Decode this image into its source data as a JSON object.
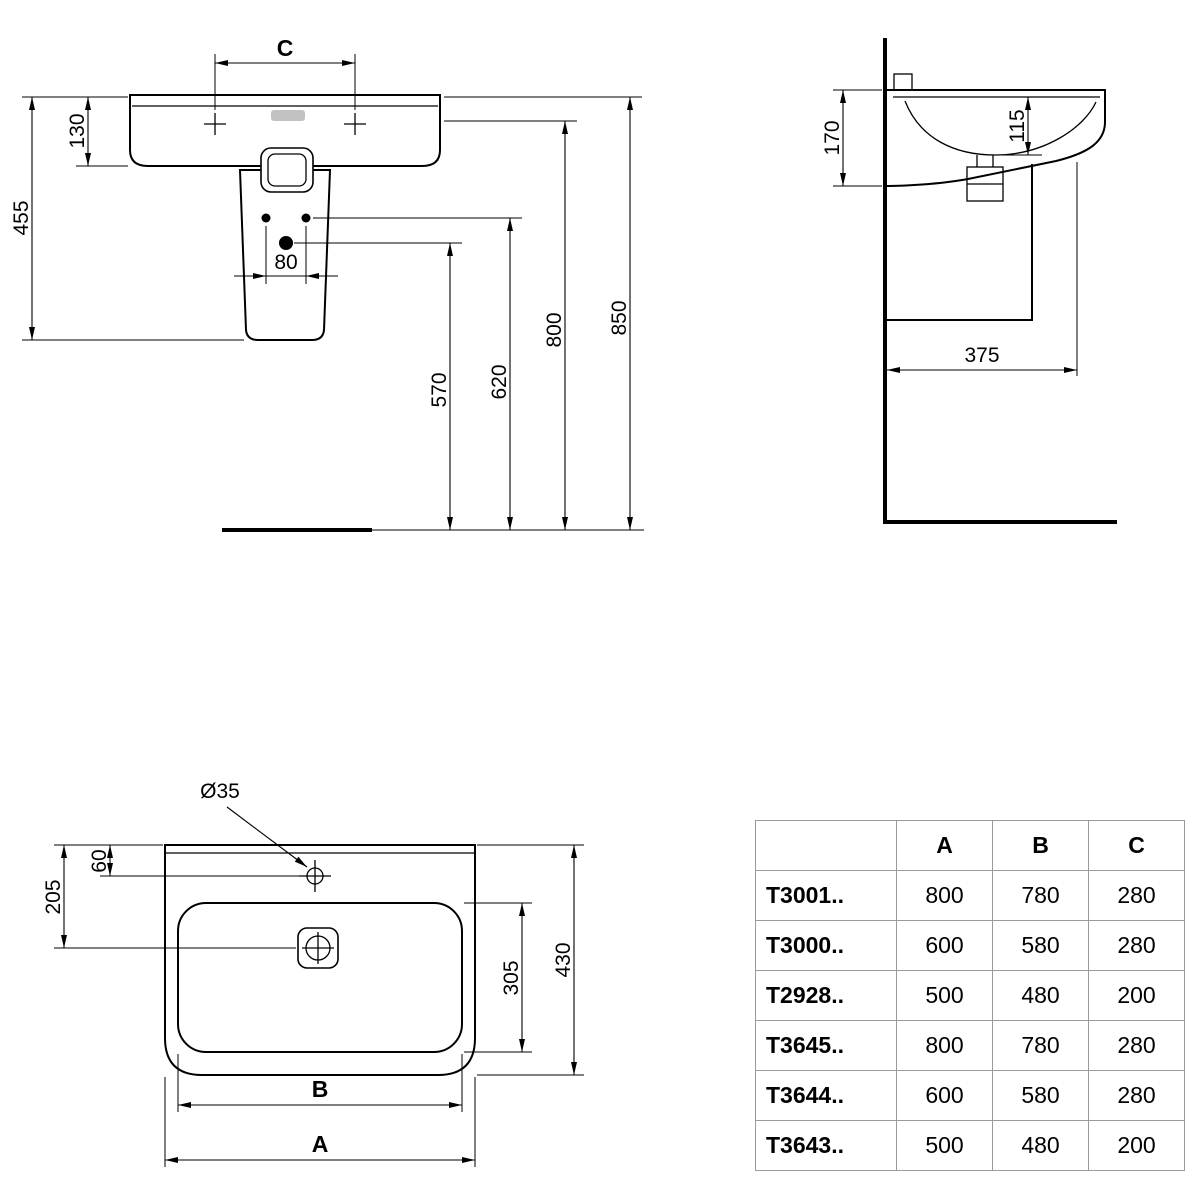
{
  "front_view": {
    "dim_c": "C",
    "dim_130": "130",
    "dim_455": "455",
    "dim_80": "80",
    "dim_570": "570",
    "dim_620": "620",
    "dim_800": "800",
    "dim_850": "850"
  },
  "side_view": {
    "dim_170": "170",
    "dim_115": "115",
    "dim_375": "375"
  },
  "plan_view": {
    "dim_diameter": "Ø35",
    "dim_60": "60",
    "dim_205": "205",
    "dim_305": "305",
    "dim_430": "430",
    "dim_b": "B",
    "dim_a": "A"
  },
  "table": {
    "headers": {
      "model": "",
      "a": "A",
      "b": "B",
      "c": "C"
    },
    "rows": [
      {
        "model": "T3001..",
        "a": "800",
        "b": "780",
        "c": "280"
      },
      {
        "model": "T3000..",
        "a": "600",
        "b": "580",
        "c": "280"
      },
      {
        "model": "T2928..",
        "a": "500",
        "b": "480",
        "c": "200"
      },
      {
        "model": "T3645..",
        "a": "800",
        "b": "780",
        "c": "280"
      },
      {
        "model": "T3644..",
        "a": "600",
        "b": "580",
        "c": "280"
      },
      {
        "model": "T3643..",
        "a": "500",
        "b": "480",
        "c": "200"
      }
    ]
  },
  "colors": {
    "line": "#000000",
    "table_border": "#9a9a9a",
    "background": "#ffffff"
  }
}
